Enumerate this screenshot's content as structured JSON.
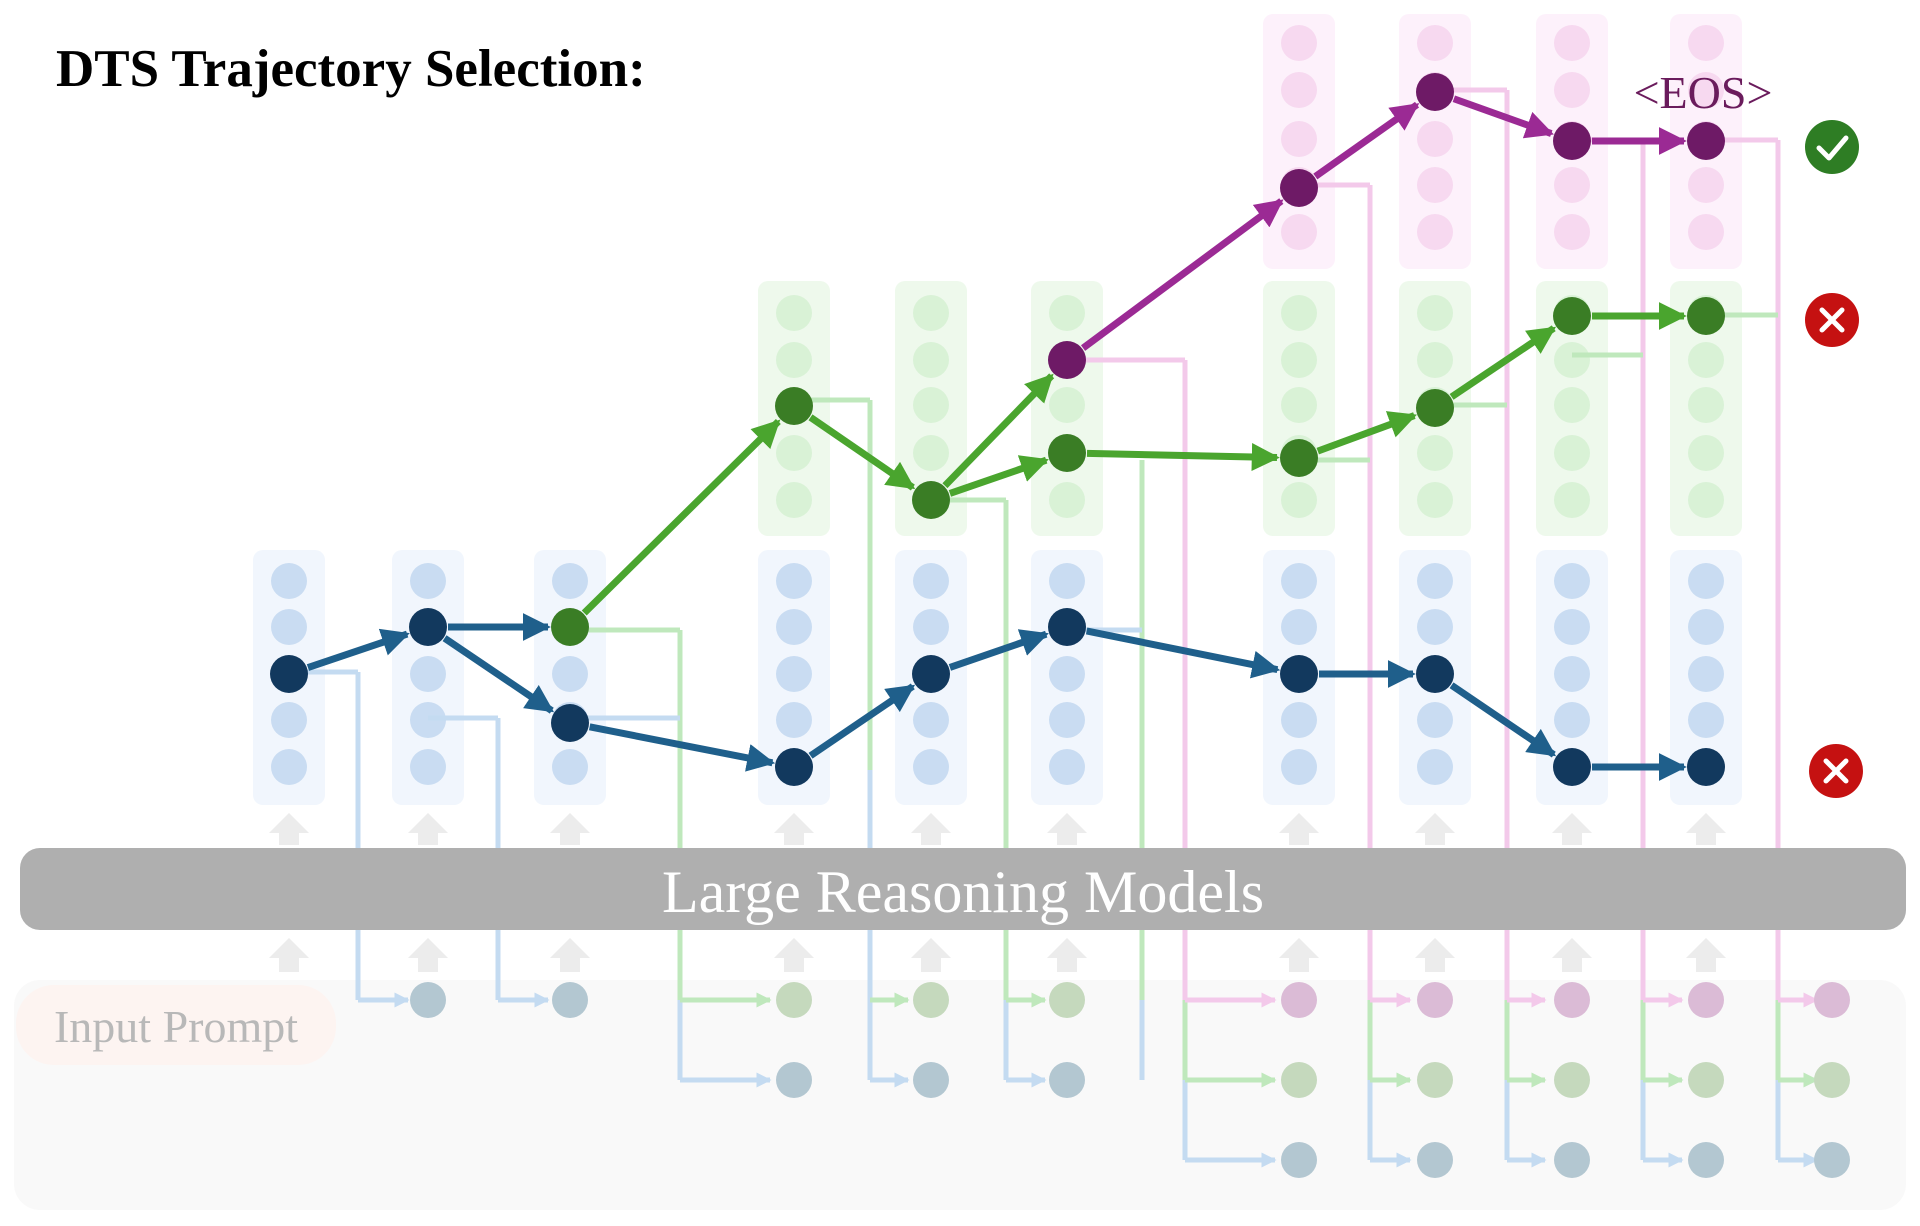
{
  "title": "DTS Trajectory Selection:",
  "eos_label": "<EOS>",
  "model_label": "Large Reasoning Models",
  "input_label": "Input Prompt",
  "colors": {
    "blue_path": "#1f5f8b",
    "blue_node": "#12395e",
    "green_path": "#4aa52e",
    "green_node": "#3a7d25",
    "purple_path": "#9b2a94",
    "purple_node": "#6e1a66",
    "check": "#2e7d24",
    "cross": "#c51111",
    "model_bar": "#afafaf"
  },
  "outcomes": [
    {
      "trajectory": "purple",
      "result": "check-icon"
    },
    {
      "trajectory": "green",
      "result": "cross-icon"
    },
    {
      "trajectory": "blue",
      "result": "cross-icon"
    }
  ]
}
